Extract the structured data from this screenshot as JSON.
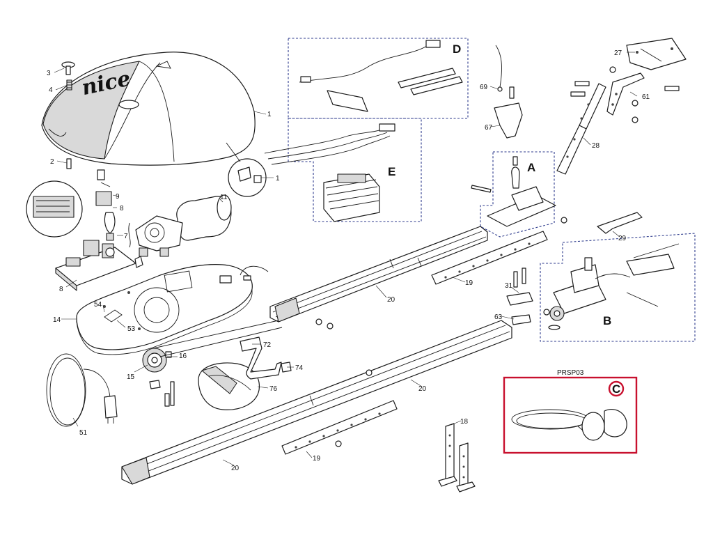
{
  "brand": "nice",
  "groups": {
    "A": "A",
    "B": "B",
    "C": "C",
    "D": "D",
    "E": "E"
  },
  "kit_code": "PRSP03",
  "callouts": {
    "n1a": "1",
    "n1b": "1",
    "n2": "2",
    "n3": "3",
    "n4": "4",
    "n7": "7",
    "n8a": "8",
    "n8b": "8",
    "n9": "9",
    "n11": "11",
    "n14": "14",
    "n15": "15",
    "n16": "16",
    "n18": "18",
    "n19a": "19",
    "n19b": "19",
    "n20a": "20",
    "n20b": "20",
    "n20c": "20",
    "n27": "27",
    "n28": "28",
    "n29": "29",
    "n31": "31",
    "n51": "51",
    "n53": "53",
    "n54": "54",
    "n61": "61",
    "n63": "63",
    "n67": "67",
    "n69": "69",
    "n72": "72",
    "n74": "74",
    "n76": "76"
  }
}
